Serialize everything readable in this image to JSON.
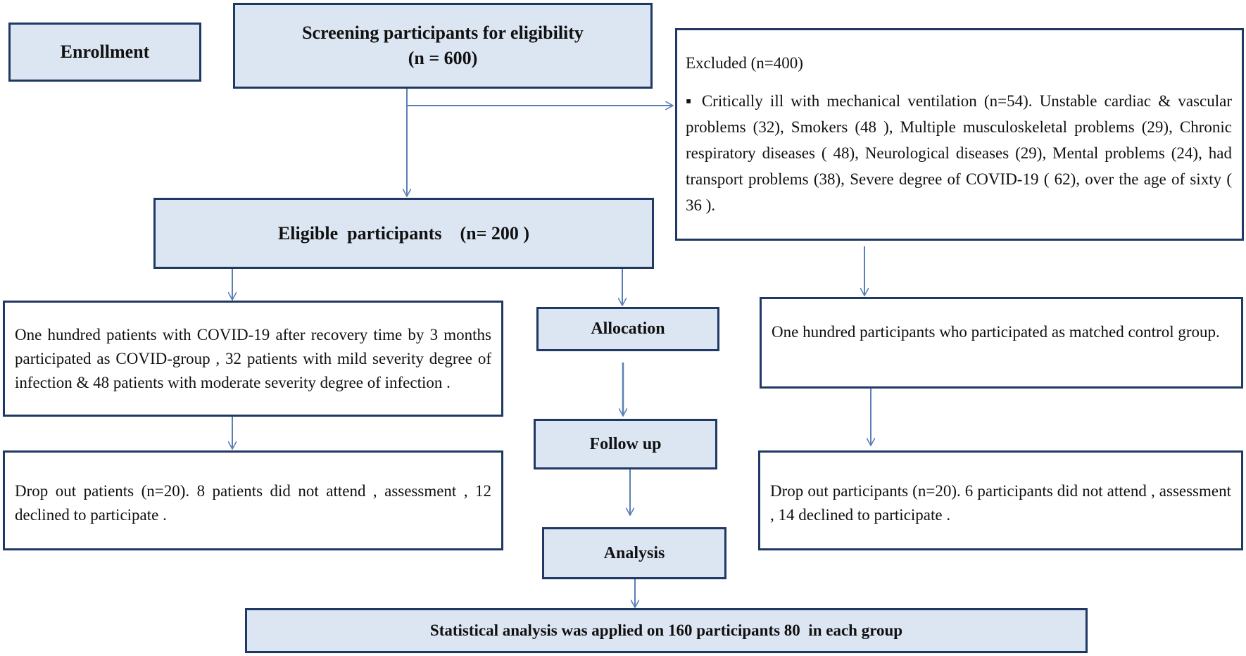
{
  "enrollment": {
    "label": "Enrollment"
  },
  "screening": {
    "line1": "Screening participants  for eligibility",
    "line2": "(n = 600)"
  },
  "excluded": {
    "title": "Excluded (n=400)",
    "details": "▪ Critically ill with mechanical ventilation (n=54). Unstable cardiac & vascular problems (32), Smokers (48 ), Multiple musculoskeletal problems (29), Chronic respiratory diseases ( 48), Neurological diseases (29), Mental problems (24), had transport problems (38), Severe degree of COVID-19 ( 62), over the age of sixty ( 36 )."
  },
  "eligible": {
    "label": "Eligible  participants    (n= 200 )"
  },
  "covid_group": {
    "text": "One hundred  patients with  COVID-19  after recovery time by 3 months participated as COVID-group , 32 patients with mild severity degree of  infection & 48 patients with moderate severity degree of infection ."
  },
  "control_group": {
    "text": "One hundred participants  who participated as matched control group."
  },
  "allocation": {
    "label": "Allocation"
  },
  "follow_up": {
    "label": "Follow up"
  },
  "analysis": {
    "label": "Analysis"
  },
  "covid_dropout": {
    "text": "Drop out patients (n=20). 8 patients did not attend , assessment , 12 declined to participate ."
  },
  "control_dropout": {
    "text": "Drop out participants  (n=20). 6 participants did not attend , assessment , 14 declined to participate ."
  },
  "statistical": {
    "label": "Statistical analysis was applied on 160 participants 80  in each group"
  },
  "colors": {
    "border": "#1f3864",
    "fill": "#dce6f2",
    "arrow": "#5b7fb5"
  }
}
